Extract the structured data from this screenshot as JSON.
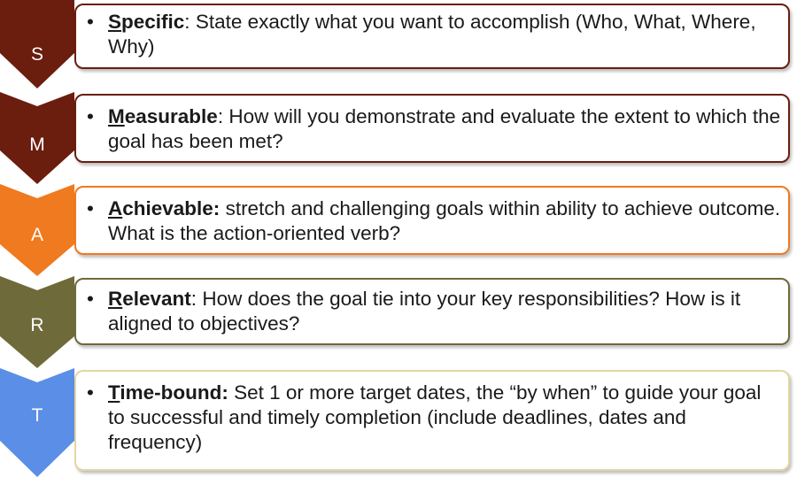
{
  "rows": [
    {
      "letter": "S",
      "bullet": "•",
      "term_first": "S",
      "term_rest": "pecific",
      "term_suffix": ":",
      "description": " State exactly what you want to accomplish (Who, What, Where, Why)",
      "colors": {
        "chevron": "#6b1d0e",
        "border": "#6b1d0e"
      }
    },
    {
      "letter": "M",
      "bullet": "•",
      "term_first": "M",
      "term_rest": "easurable",
      "term_suffix": ":",
      "description": " How will you demonstrate and evaluate the extent to which the goal has been met?",
      "colors": {
        "chevron": "#6b1d0e",
        "border": "#6b1d0e"
      }
    },
    {
      "letter": "A",
      "bullet": "•",
      "term_first": "A",
      "term_rest": "chievable:",
      "term_suffix": "",
      "description": " stretch and challenging goals within ability to achieve outcome. What is the action-oriented verb?",
      "colors": {
        "chevron": "#ef7a1f",
        "border": "#ef7a1f"
      }
    },
    {
      "letter": "R",
      "bullet": "•",
      "term_first": "R",
      "term_rest": "elevant",
      "term_suffix": ":",
      "description": " How does the goal tie into your key responsibilities? How is it aligned to objectives?",
      "colors": {
        "chevron": "#6f6a3a",
        "border": "#6f6a3a"
      }
    },
    {
      "letter": "T",
      "bullet": "•",
      "term_first": "T",
      "term_rest": "ime-bound:",
      "term_suffix": "",
      "description": " Set 1 or more target dates, the “by when” to guide your goal to successful and timely completion (include deadlines, dates and frequency)",
      "colors": {
        "chevron": "#5b8ee6",
        "border": "#e3d6a6"
      }
    }
  ]
}
